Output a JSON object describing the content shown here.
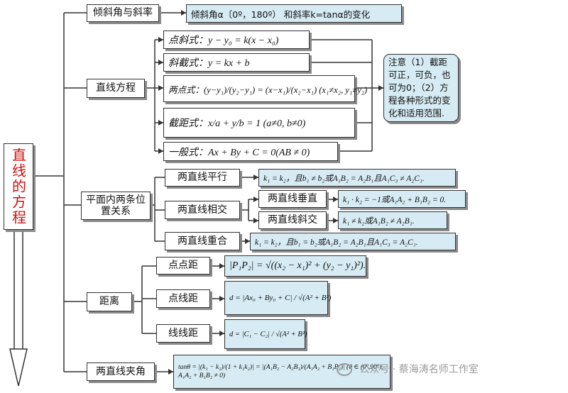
{
  "root": {
    "title": "直线的方程"
  },
  "branches": {
    "incline": {
      "label": "倾斜角与斜率",
      "detail": "倾斜角α〔0º，180º） 和斜率k=tanα的变化"
    },
    "line_eq": {
      "label": "直线方程",
      "forms": {
        "point_slope": "点斜式：y − y₀ = k(x − x₀)",
        "slope_intercept": "斜截式：y = kx + b",
        "two_point": "两点式：(y−y₁)/(y₂−y₁) = (x−x₁)/(x₂−x₁) (x₁≠x₂, y₁≠y₂)",
        "intercept": "截距式：x/a + y/b = 1 (a≠0, b≠0)",
        "general": "一般式：Ax + By + C = 0(AB ≠ 0)"
      },
      "note": "注意（1）截距可正，可负，也可为0；（2）方程各种形式的变化和适用范围."
    },
    "positions": {
      "label": "平面内两条位置关系",
      "parallel": {
        "label": "两直线平行",
        "formula": "k₁ = k₂，且b₁ ≠ b₂或A₁B₂ = A₂B₁且A₁C₃ ≠ A₂C₁."
      },
      "intersect": {
        "label": "两直线相交"
      },
      "perpendicular": {
        "label": "两直线垂直",
        "formula": "k₁ · k₂ = −1或A₁A₂ + B₁B₂ = 0."
      },
      "oblique": {
        "label": "两直线斜交",
        "formula": "k₁ ≠ k₂或A₁B₂ ≠ A₂B₁."
      },
      "coincide": {
        "label": "两直线重合",
        "formula": "k₁ = k₂，且b₁ = b₂或A₁B₂ = A₂B₁且A₁C₃ = A₂C₁."
      }
    },
    "distance": {
      "label": "距离",
      "point_point": {
        "label": "点点距",
        "formula": "|P₁P₂| = √((x₂ − x₁)² + (y₂ − y₁)²)."
      },
      "point_line": {
        "label": "点线距",
        "formula": "d = |Ax₀ + By₀ + C| / √(A² + B²)"
      },
      "line_line": {
        "label": "线线距",
        "formula": "d = |C₁ − C₂| / √(A² + B²)"
      }
    },
    "angle": {
      "label": "两直线夹角",
      "formula": "tanθ = |(k₁ − k₂)/(1 + k₁k₂)| = |(A₁B₂ − A₂B₁)/(A₁A₂ + B₁B₂)| (θ ∈ (0º,90º), A₁A₂ + B₁B₂ ≠ 0)"
    }
  },
  "watermark": "公众号 · 蔡海涛名师工作室",
  "colors": {
    "root_text": "#cc1111",
    "formula_fill": "#d6ebf3",
    "line": "#333333"
  }
}
